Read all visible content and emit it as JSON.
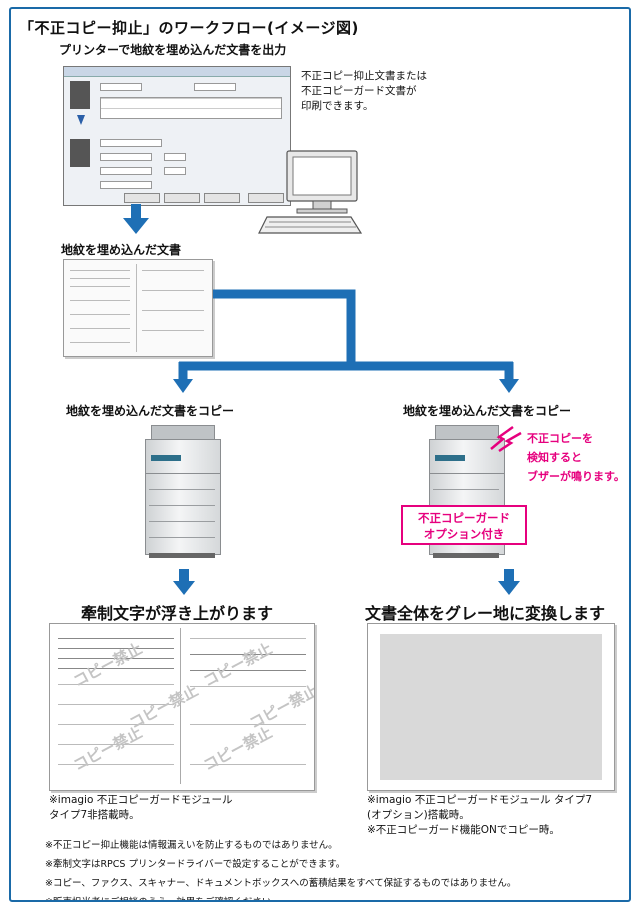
{
  "header": {
    "title": "「不正コピー抑止」のワークフロー(イメージ図)",
    "step1_label": "プリンターで地紋を埋め込んだ文書を出力"
  },
  "printer_note": {
    "line1": "不正コピー抑止文書または",
    "line2": "不正コピーガード文書が",
    "line3": "印刷できます。"
  },
  "step2_label": "地紋を埋め込んだ文書",
  "left_branch": {
    "label": "地紋を埋め込んだ文書をコピー",
    "result_title": "牽制文字が浮き上がります",
    "watermark_text": "コピー禁止",
    "caption_line1": "※imagio 不正コピーガードモジュール",
    "caption_line2": "タイプ7非搭載時。"
  },
  "right_branch": {
    "label": "地紋を埋め込んだ文書をコピー",
    "alert_line1": "不正コピーを",
    "alert_line2": "検知すると",
    "alert_line3": "ブザーが鳴ります。",
    "option_line1": "不正コピーガード",
    "option_line2": "オプション付き",
    "result_title": "文書全体をグレー地に変換します",
    "caption_line1": "※imagio 不正コピーガードモジュール タイプ7",
    "caption_line2": "(オプション)搭載時。",
    "caption_line3": "※不正コピーガード機能ONでコピー時。"
  },
  "notes": [
    "※不正コピー抑止機能は情報漏えいを防止するものではありません。",
    "※牽制文字はRPCS プリンタードライバーで設定することができます。",
    "※コピー、ファクス、スキャナー、ドキュメントボックスへの蓄積結果をすべて保証するものではありません。",
    "※販売担当者にご相談のうえ、効果をご確認ください。"
  ],
  "colors": {
    "frame": "#1a6aa8",
    "arrow": "#1e6fb5",
    "alert": "#e6007e",
    "gray_result": "#d9d9d9"
  }
}
